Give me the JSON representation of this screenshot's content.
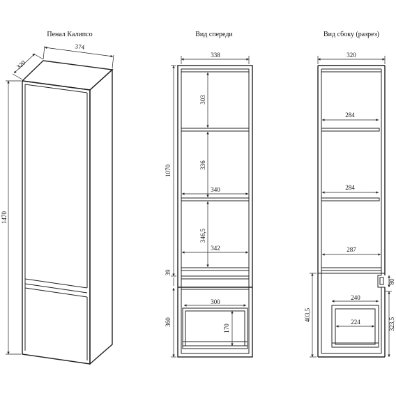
{
  "titles": {
    "penal": "Пенал Калипсо",
    "front": "Вид спереди",
    "side": "Вид сбоку (разрез)"
  },
  "iso": {
    "depth": "320",
    "width": "374",
    "height": "1470"
  },
  "front": {
    "width": "338",
    "shelf1": "303",
    "shelf2": "336",
    "shelf3": "346,5",
    "upper_height": "1070",
    "shelf_w1": "340",
    "shelf_w2": "342",
    "gap": "39",
    "lower_height": "360",
    "drawer_w": "300",
    "drawer_h": "170"
  },
  "side": {
    "width": "320",
    "shelf_a": "284",
    "shelf_b": "284",
    "shelf_c": "287",
    "notch": "80",
    "lower_h": "403,5",
    "drawer_outer": "240",
    "drawer_inner": "224",
    "drawer_h": "323,5"
  }
}
